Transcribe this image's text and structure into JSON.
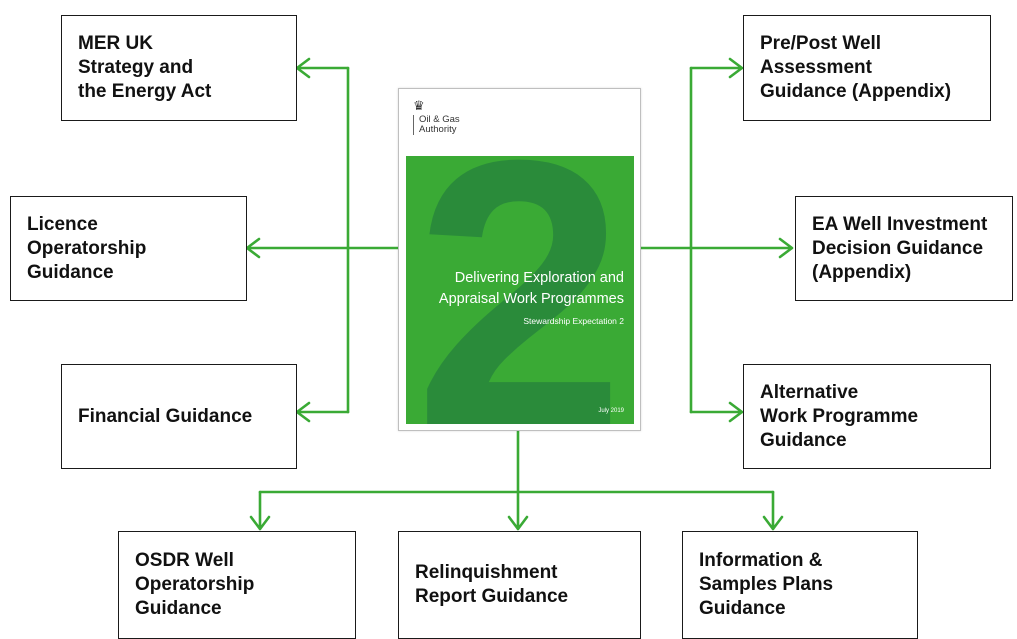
{
  "document_cover": {
    "crest": "♛",
    "organisation": "Oil & Gas\nAuthority",
    "numeral": "2",
    "title": "Delivering Exploration and\nAppraisal Work Programmes",
    "subtitle": "Stewardship Expectation 2",
    "date": "July 2019"
  },
  "left_boxes": [
    {
      "label": "MER UK\nStrategy and\nthe Energy Act"
    },
    {
      "label": "Licence\nOperatorship\nGuidance"
    },
    {
      "label": "Financial Guidance"
    }
  ],
  "right_boxes": [
    {
      "label": "Pre/Post Well\nAssessment\nGuidance (Appendix)"
    },
    {
      "label": "EA Well Investment\nDecision Guidance\n(Appendix)"
    },
    {
      "label": "Alternative\nWork Programme\nGuidance"
    }
  ],
  "bottom_boxes": [
    {
      "label": "OSDR Well\nOperatorship\nGuidance"
    },
    {
      "label": "Relinquishment\nReport Guidance"
    },
    {
      "label": "Information &\nSamples Plans\nGuidance"
    }
  ],
  "colors": {
    "connector": "#3aaa35",
    "cover_green": "#3aaa35",
    "cover_numeral": "#2a8b3a",
    "box_border": "#1a1a1a"
  }
}
